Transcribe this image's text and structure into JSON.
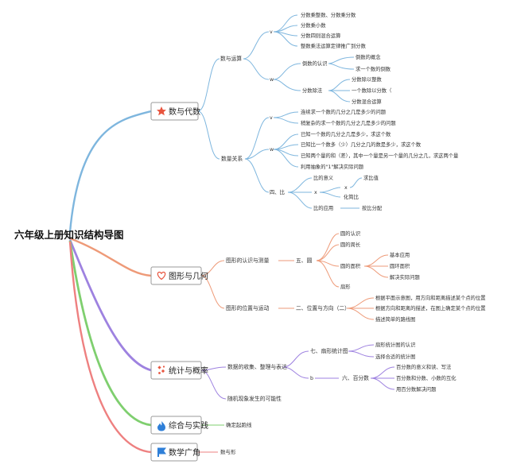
{
  "root": "六年级上册知识结构导图",
  "branches": {
    "algebra": {
      "label": "数与代数",
      "icon": "star-icon",
      "color": "#7eb6de",
      "icon_color": "#e8553f",
      "items": {
        "ops": "数与运算",
        "ops_v": "v",
        "ops_v_1": "分数乘整数、分数乘分数",
        "ops_v_2": "分数乘小数",
        "ops_v_3": "分数四则混合运算",
        "ops_v_4": "整数乘法运算定律推广到分数",
        "ops_w": "w",
        "recip": "倒数的认识",
        "recip_1": "倒数的概念",
        "recip_2": "求一个数的倒数",
        "div": "分数除法",
        "div_1": "分数除以整数",
        "div_2": "一个数除以分数（",
        "div_3": "分数混合运算",
        "rel": "数量关系",
        "rel_v": "v",
        "rel_v_1": "连续求一个数的几分之几是多少的问题",
        "rel_v_2": "稍复杂的求一个数的几分之几是多少的问题",
        "rel_w": "w",
        "rel_w_1": "已知一个数的几分之几是多少，求这个数",
        "rel_w_2": "已知比一个数多（少）几分之几的数是多少，求这个数",
        "rel_w_3": "已知两个量的和（差），其中一个量是另一个量的几分之几，求这两个量",
        "rel_w_4": "利用抽象的\"1\"解决实际问题",
        "ratio": "四、比",
        "ratio_1": "比的意义",
        "ratio_x": "x",
        "ratio_x_x": "x",
        "ratio_x_x_1": "求比值",
        "ratio_x_2": "化简比",
        "ratio_3": "比的应用",
        "ratio_3_1": "按比分配"
      }
    },
    "geometry": {
      "label": "图形与几何",
      "icon": "heart-icon",
      "color": "#ee9a78",
      "icon_color": "#e8553f",
      "items": {
        "g1": "图形的认识与测量",
        "g1_1": "五、圆",
        "g1_1_1": "圆的认识",
        "g1_1_2": "圆的周长",
        "g1_1_3": "圆的面积",
        "g1_1_3_1": "基本应用",
        "g1_1_3_2": "圆环面积",
        "g1_1_3_3": "解决实际问题",
        "g1_1_4": "扇形",
        "g2": "图形的位置与运动",
        "g2_1": "二、位置与方向（二）",
        "g2_1_1": "根据平面示意图，用方向和距离描述某个点的位置",
        "g2_1_2": "根据方向和距离的描述，在图上确定某个点的位置",
        "g2_1_3": "描述简单的路线图"
      }
    },
    "statistics": {
      "label": "统计与概率",
      "icon": "dice-icon",
      "color": "#9e82e0",
      "icon_color": "#e8553f",
      "items": {
        "s1": "数据的收集、整理与表达",
        "s1_1": "七、扇形统计图",
        "s1_1_1": "扇形统计图的认识",
        "s1_1_2": "选择合适的统计图",
        "s1_b": "b",
        "s1_b_1": "六、百分数",
        "s1_b_1_1": "百分数的意义和读、写法",
        "s1_b_1_2": "百分数和分数、小数的互化",
        "s1_b_1_3": "用百分数解决问题",
        "s2": "随机现象发生的可能性"
      }
    },
    "practice": {
      "label": "综合与实践",
      "icon": "flame-icon",
      "color": "#7fcf6f",
      "icon_color": "#2f7fd8",
      "items": {
        "p1": "确定起跑线"
      }
    },
    "wide_angle": {
      "label": "数学广角",
      "icon": "flag-icon",
      "color": "#ee8080",
      "icon_color": "#2f7fd8",
      "items": {
        "w1": "数与形"
      }
    }
  }
}
